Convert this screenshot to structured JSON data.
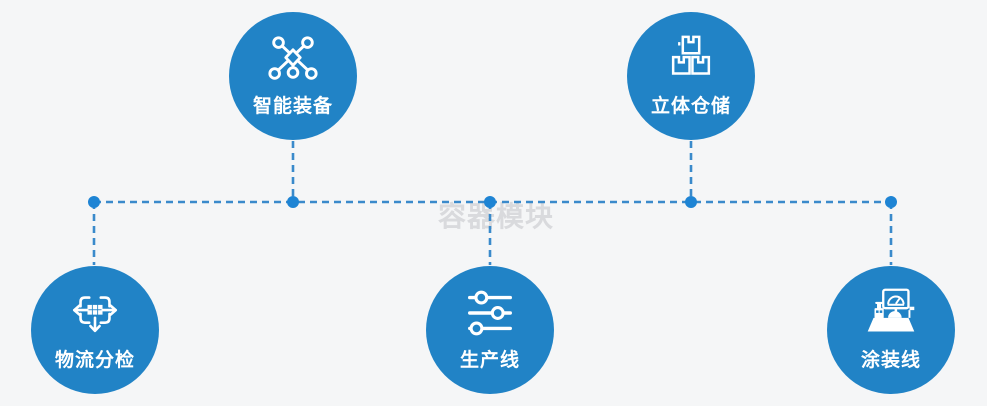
{
  "watermark": "容器模块",
  "colors": {
    "background": "#f5f6f7",
    "node_fill": "#2183c6",
    "connector": "#3a8acb",
    "dot": "#1e84d4",
    "label_text": "#ffffff",
    "watermark_color": "#d9dadd"
  },
  "nodes": [
    {
      "label": "智能装备",
      "icon": "network-nodes-icon",
      "row": "top"
    },
    {
      "label": "立体仓储",
      "icon": "stacked-boxes-icon",
      "row": "top"
    },
    {
      "label": "物流分检",
      "icon": "sorting-box-arrows-icon",
      "row": "bottom"
    },
    {
      "label": "生产线",
      "icon": "sliders-icon",
      "row": "bottom"
    },
    {
      "label": "涂装线",
      "icon": "control-console-icon",
      "row": "bottom"
    }
  ]
}
